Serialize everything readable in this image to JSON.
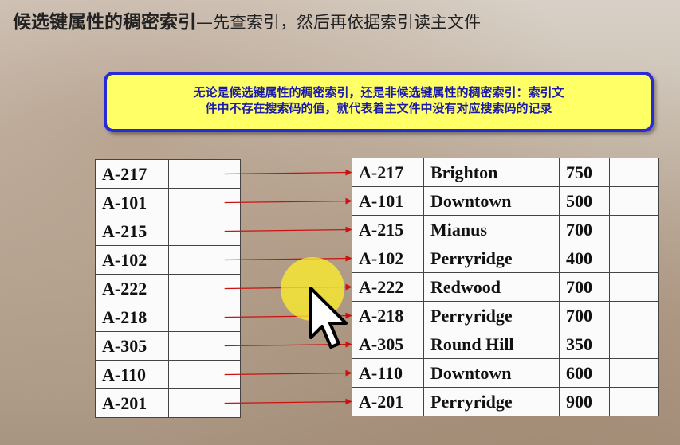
{
  "title": {
    "main": "候选键属性的稠密索引",
    "sub": "—先查索引，然后再依据索引读主文件"
  },
  "note": {
    "line1": "无论是候选键属性的稠密索引，还是非候选键属性的稠密索引：索引文",
    "line2": "件中不存在搜索码的值，就代表着主文件中没有对应搜索码的记录"
  },
  "index_file": {
    "keys": [
      "A-217",
      "A-101",
      "A-215",
      "A-102",
      "A-222",
      "A-218",
      "A-305",
      "A-110",
      "A-201"
    ]
  },
  "main_file": {
    "rows": [
      {
        "account": "A-217",
        "branch": "Brighton",
        "balance": "750"
      },
      {
        "account": "A-101",
        "branch": "Downtown",
        "balance": "500"
      },
      {
        "account": "A-215",
        "branch": "Mianus",
        "balance": "700"
      },
      {
        "account": "A-102",
        "branch": "Perryridge",
        "balance": "400"
      },
      {
        "account": "A-222",
        "branch": "Redwood",
        "balance": "700"
      },
      {
        "account": "A-218",
        "branch": "Perryridge",
        "balance": "700"
      },
      {
        "account": "A-305",
        "branch": "Round Hill",
        "balance": "350"
      },
      {
        "account": "A-110",
        "branch": "Downtown",
        "balance": "600"
      },
      {
        "account": "A-201",
        "branch": "Perryridge",
        "balance": "900"
      }
    ]
  },
  "colors": {
    "arrow": "#cc1111",
    "note_bg": "#ffff66",
    "note_border": "#2b2bd6",
    "note_text": "#1a1aa8",
    "cursor_highlight": "#ffee28"
  },
  "icons": {
    "cursor": "mouse-pointer-icon"
  }
}
